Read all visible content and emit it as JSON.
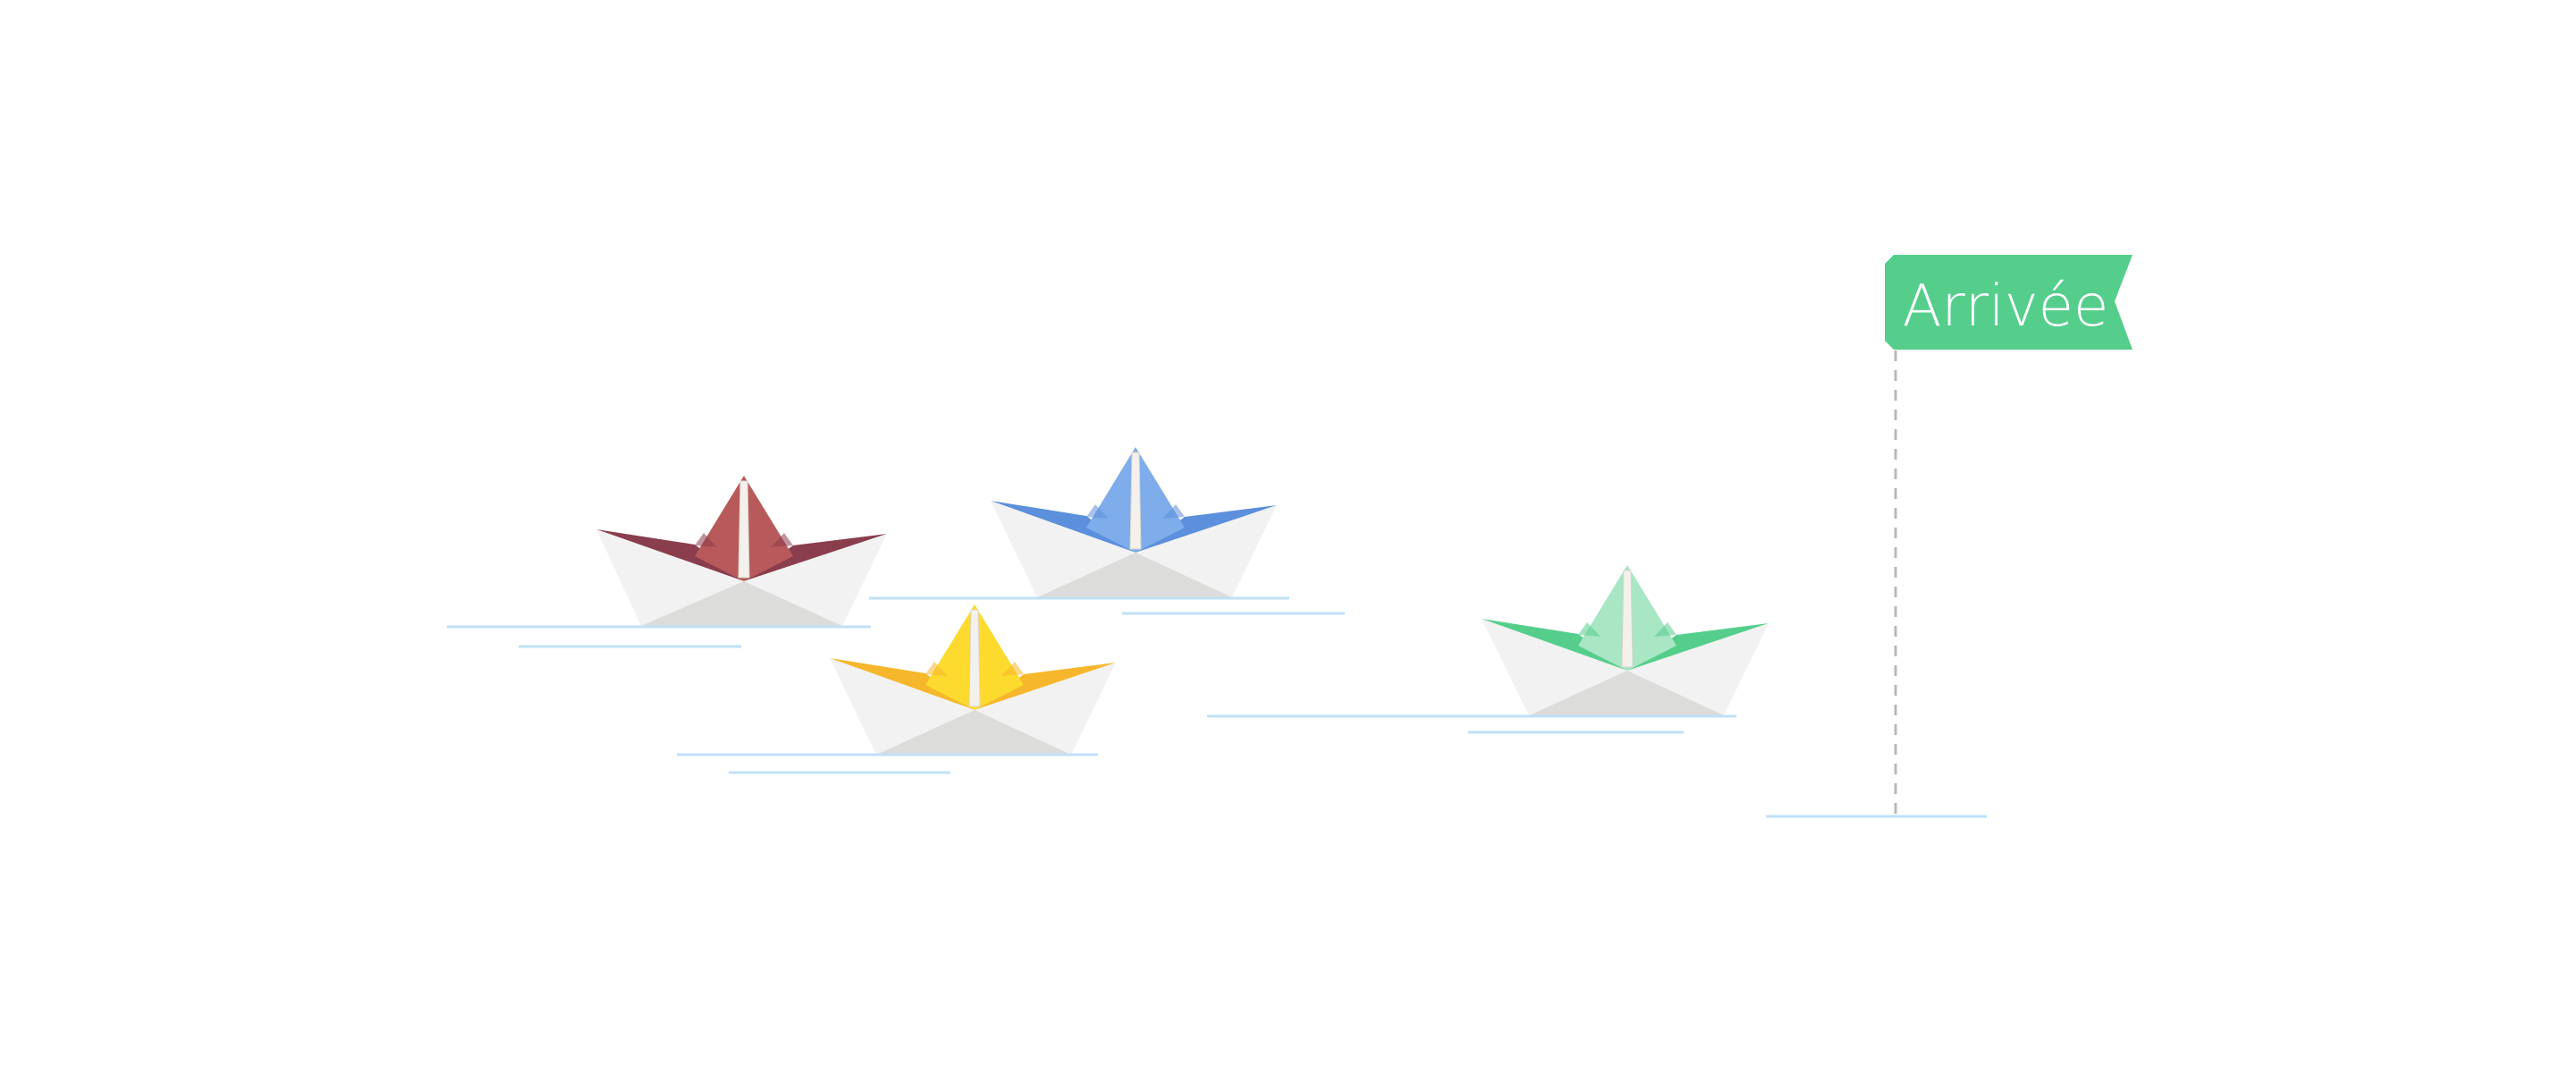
{
  "finish_flag": {
    "label": "Arrivée",
    "color": "#55CE8C",
    "pole_color": "#B8B8B8"
  },
  "water_color": "#BFE1F7",
  "hull_colors": {
    "light": "#F2F2F2",
    "shade": "#DCDCDA"
  },
  "boats": [
    {
      "name": "red-boat",
      "sail": "#B85A5B",
      "wing": "#8A3D4C"
    },
    {
      "name": "blue-boat",
      "sail": "#7FACEA",
      "wing": "#5C8FDC"
    },
    {
      "name": "yellow-boat",
      "sail": "#FCDA2E",
      "wing": "#F6B72C"
    },
    {
      "name": "green-boat",
      "sail": "#A8E6C4",
      "wing": "#55CE8C"
    }
  ]
}
